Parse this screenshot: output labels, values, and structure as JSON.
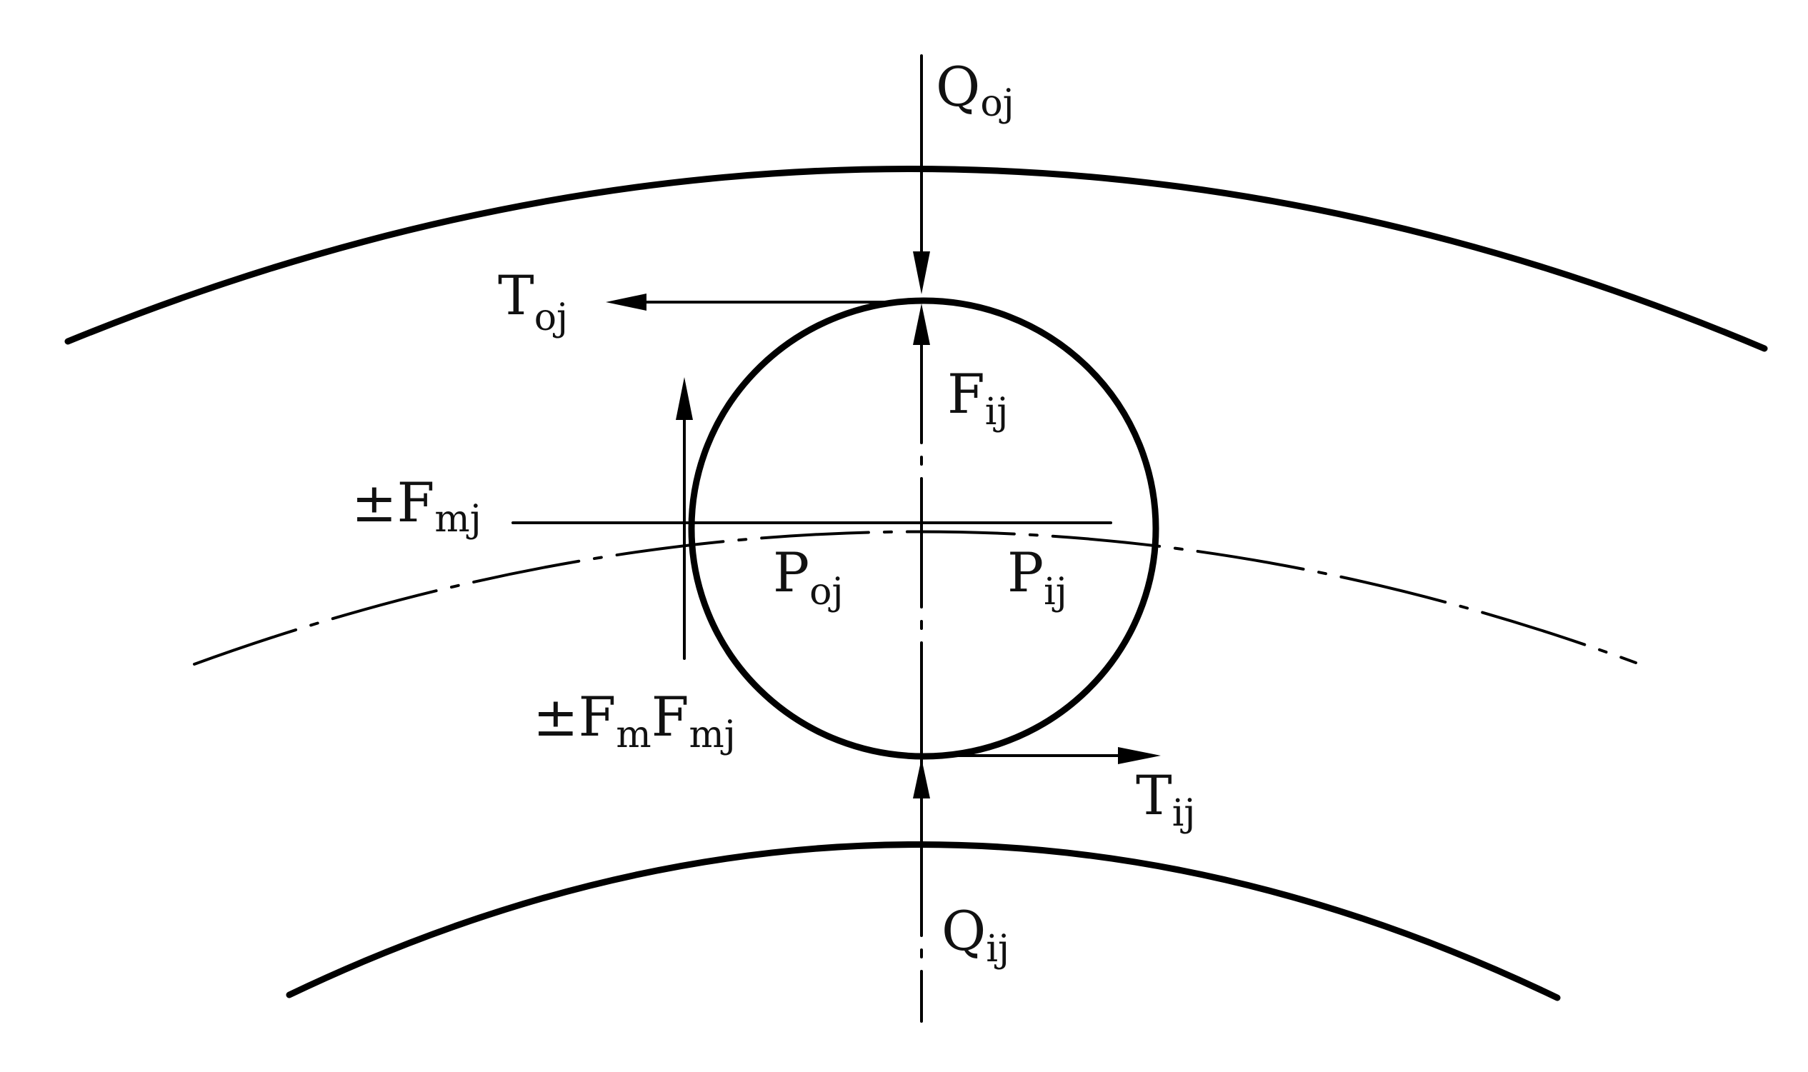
{
  "labels": {
    "q_oj": {
      "main": "Q",
      "sub": "oj"
    },
    "t_oj": {
      "main": "T",
      "sub": "oj"
    },
    "f_ij": {
      "main": "F",
      "sub": "ij"
    },
    "f_mj": {
      "main": "±F",
      "sub": "mj"
    },
    "p_oj": {
      "main": "P",
      "sub": "oj"
    },
    "p_ij": {
      "main": "P",
      "sub": "ij"
    },
    "fm_fmj": {
      "main": "±F",
      "sub": "m",
      "main2": "F",
      "sub2": "mj"
    },
    "t_ij": {
      "main": "T",
      "sub": "ij"
    },
    "q_ij": {
      "main": "Q",
      "sub": "ij"
    }
  },
  "colors": {
    "ink": "#000000",
    "background": "#ffffff"
  }
}
